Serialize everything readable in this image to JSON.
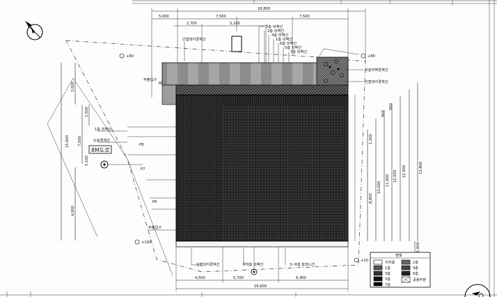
{
  "dimensions": {
    "top_total": "18,800",
    "top_a": "5,600",
    "top_b": "7,500",
    "top_c": "7,500",
    "top_d": "2,700",
    "top_e": "5,100",
    "left_a": "3,000",
    "left_b": "1,500",
    "left_c": "7,500",
    "left_d": "15,600",
    "left_e": "5,100",
    "left_f": "4,000",
    "right_a": "1,200",
    "right_b": "8,800",
    "right_c": "10,000",
    "right_d": "11,000",
    "right_e": "12,000",
    "right_f": "12,900",
    "right_g": "13,800",
    "right_h": "1,600",
    "bottom_a": "4,500",
    "bottom_b": "5,700",
    "bottom_c": "6,400",
    "bottom_total": "16,600"
  },
  "levels": {
    "lv_upper_left": "+80",
    "lv_upper_right": "+80",
    "lv_lower_left": "+100",
    "lv_lower_right": "+20"
  },
  "labels": {
    "f_top_left": "인접대지경계선",
    "f_1": "1층 외벽선",
    "f_2": "2층 외벽선",
    "f_3": "3층 외벽선",
    "f_4": "4층 외벽선",
    "f_5": "5층 외벽선",
    "f_6": "6층 외벽선",
    "f_7": "7층 외벽선",
    "f_right_a": "지층외벽경계선",
    "f_right_b": "인접대지경계선",
    "f_main_entry": "주출입구",
    "f_left_1": "1층 외벽선",
    "f_left_2": "도로경계선",
    "f_road": "8M도로",
    "f_sub_entry": "부출입구",
    "f_bottom_1": "인접대지경계선",
    "f_bottom_2": "지하층 외벽선",
    "f_bottom_3": "3~6층 발코니선",
    "p_mark_1": "P8",
    "p_mark_2": "P7",
    "p_mark_3": "P6",
    "m_mark": "M"
  },
  "legend": {
    "title": "범례",
    "items": [
      "지하층",
      "1층",
      "3층",
      "5층",
      "7층",
      "2층",
      "4층",
      "6층",
      "공용부분"
    ]
  }
}
